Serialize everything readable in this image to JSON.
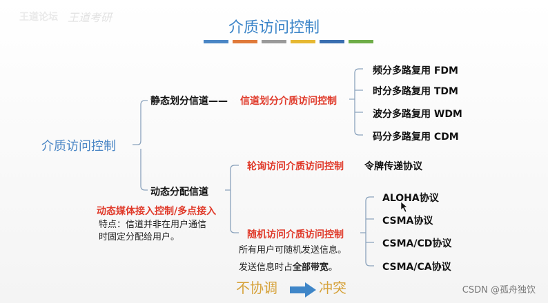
{
  "header": {
    "logo_text": "王道论坛",
    "logo_script": "王道考研",
    "title": "介质访问控制",
    "stripe_colors": [
      "#4a86c5",
      "#e07a3a",
      "#9a9a9a",
      "#e6b832",
      "#3a6fb0",
      "#6fad48"
    ]
  },
  "root": {
    "label": "介质访问控制"
  },
  "static_branch": {
    "label": "静态划分信道——",
    "sub_label": "信道划分介质访问控制",
    "items": [
      "频分多路复用 FDM",
      "时分多路复用 TDM",
      "波分多路复用 WDM",
      "码分多路复用 CDM"
    ]
  },
  "dynamic_branch": {
    "label": "动态分配信道",
    "red_label": "动态媒体接入控制/多点接入",
    "note_line1": "特点：信道并非在用户通信",
    "note_line2": "时固定分配给用户。",
    "polling": {
      "label": "轮询访问介质访问控制",
      "protocol": "令牌传递协议"
    },
    "random": {
      "label": "随机访问介质访问控制",
      "note1": "所有用户可随机发送信息。",
      "note2_prefix": "发送信息时占",
      "note2_bold": "全部带宽",
      "note2_suffix": "。",
      "protocols": [
        "ALOHA协议",
        "CSMA协议",
        "CSMA/CD协议",
        "CSMA/CA协议"
      ]
    }
  },
  "footer": {
    "left_word": "不协调",
    "right_word": "冲突",
    "arrow_color": "#3f86c8",
    "watermark": "CSDN @孤舟独饮"
  }
}
